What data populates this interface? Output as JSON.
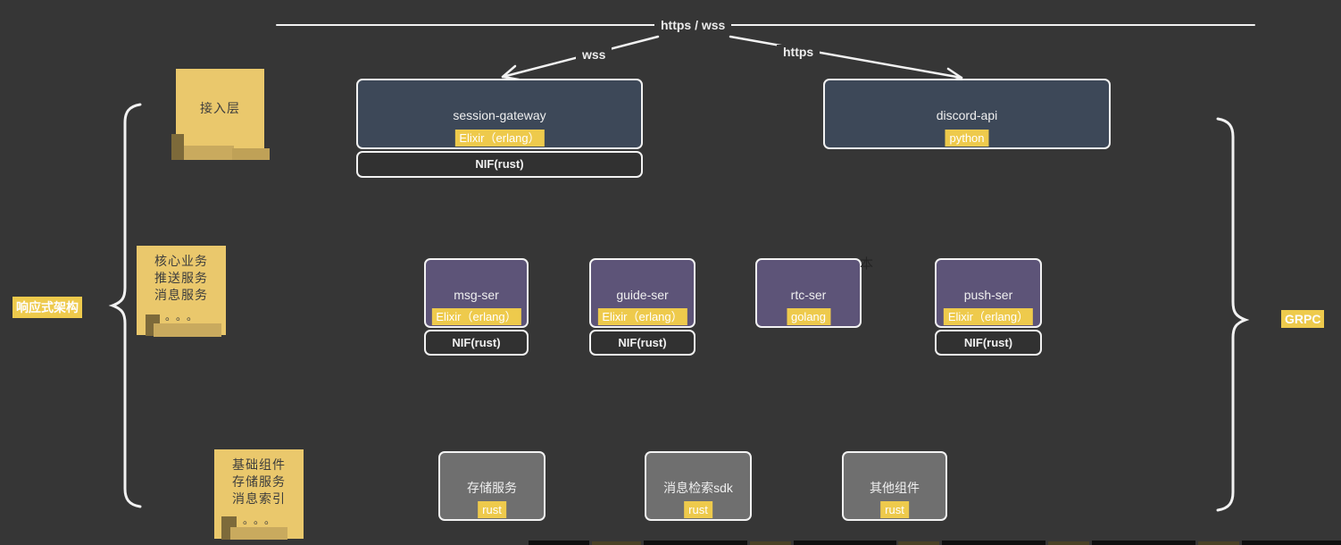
{
  "canvas": {
    "background": "#363636"
  },
  "palette": {
    "highlight_yellow": "#eeca4c",
    "sticky_yellow": "#eac86c",
    "gateway_blue": "#3d4858",
    "service_purple": "#5d5478",
    "component_gray": "#6f6f6f",
    "nif_dark": "#313131",
    "stroke_white": "#f2f2f2",
    "sticky_text": "#3d3d3d"
  },
  "connections": {
    "top_label": "https / wss",
    "left_arrow_label": "wss",
    "right_arrow_label": "https"
  },
  "side_labels": {
    "left": "响应式架构",
    "right": "GRPC"
  },
  "stickies": [
    {
      "lines": [
        "接入层"
      ],
      "dots": ""
    },
    {
      "lines": [
        "核心业务",
        "推送服务",
        "消息服务"
      ],
      "dots": "。。。"
    },
    {
      "lines": [
        "基础组件",
        "存储服务",
        "消息索引"
      ],
      "dots": "。。。"
    }
  ],
  "gateway_tier": [
    {
      "title": "session-gateway",
      "tech": "Elixir（erlang）",
      "nif": "NIF(rust)"
    },
    {
      "title": "discord-api",
      "tech": "python"
    }
  ],
  "service_tier": [
    {
      "title": "msg-ser",
      "tech": "Elixir（erlang）",
      "nif": "NIF(rust)"
    },
    {
      "title": "guide-ser",
      "tech": "Elixir（erlang）",
      "nif": "NIF(rust)"
    },
    {
      "title": "rtc-ser",
      "tech": "golang"
    },
    {
      "title": "push-ser",
      "tech": "Elixir（erlang）",
      "nif": "NIF(rust)"
    }
  ],
  "component_tier": [
    {
      "title": "存储服务",
      "tech": "rust"
    },
    {
      "title": "消息检索sdk",
      "tech": "rust"
    },
    {
      "title": "其他组件",
      "tech": "rust"
    }
  ],
  "stray_text": "本"
}
